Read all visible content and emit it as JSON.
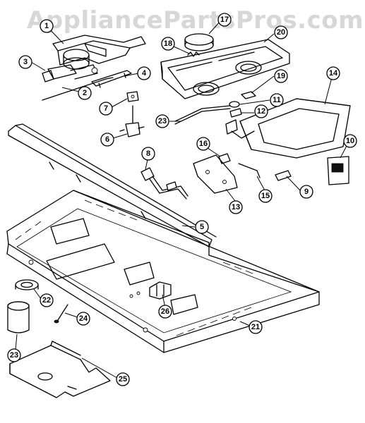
{
  "watermark": "AppliancePartsPros.com",
  "callouts": [
    {
      "id": "c1",
      "label": "1"
    },
    {
      "id": "c2",
      "label": "2"
    },
    {
      "id": "c3",
      "label": "3"
    },
    {
      "id": "c4",
      "label": "4"
    },
    {
      "id": "c5",
      "label": "5"
    },
    {
      "id": "c6",
      "label": "6"
    },
    {
      "id": "c7",
      "label": "7"
    },
    {
      "id": "c8",
      "label": "8"
    },
    {
      "id": "c9",
      "label": "9"
    },
    {
      "id": "c10",
      "label": "10"
    },
    {
      "id": "c11",
      "label": "11"
    },
    {
      "id": "c12",
      "label": "12"
    },
    {
      "id": "c13",
      "label": "13"
    },
    {
      "id": "c14",
      "label": "14"
    },
    {
      "id": "c15",
      "label": "15"
    },
    {
      "id": "c16",
      "label": "16"
    },
    {
      "id": "c17",
      "label": "17"
    },
    {
      "id": "c18",
      "label": "18"
    },
    {
      "id": "c19",
      "label": "19"
    },
    {
      "id": "c20",
      "label": "20"
    },
    {
      "id": "c21",
      "label": "21"
    },
    {
      "id": "c22",
      "label": "22"
    },
    {
      "id": "c23a",
      "label": "23"
    },
    {
      "id": "c23b",
      "label": "23"
    },
    {
      "id": "c24",
      "label": "24"
    },
    {
      "id": "c25",
      "label": "25"
    },
    {
      "id": "c26",
      "label": "26"
    }
  ]
}
